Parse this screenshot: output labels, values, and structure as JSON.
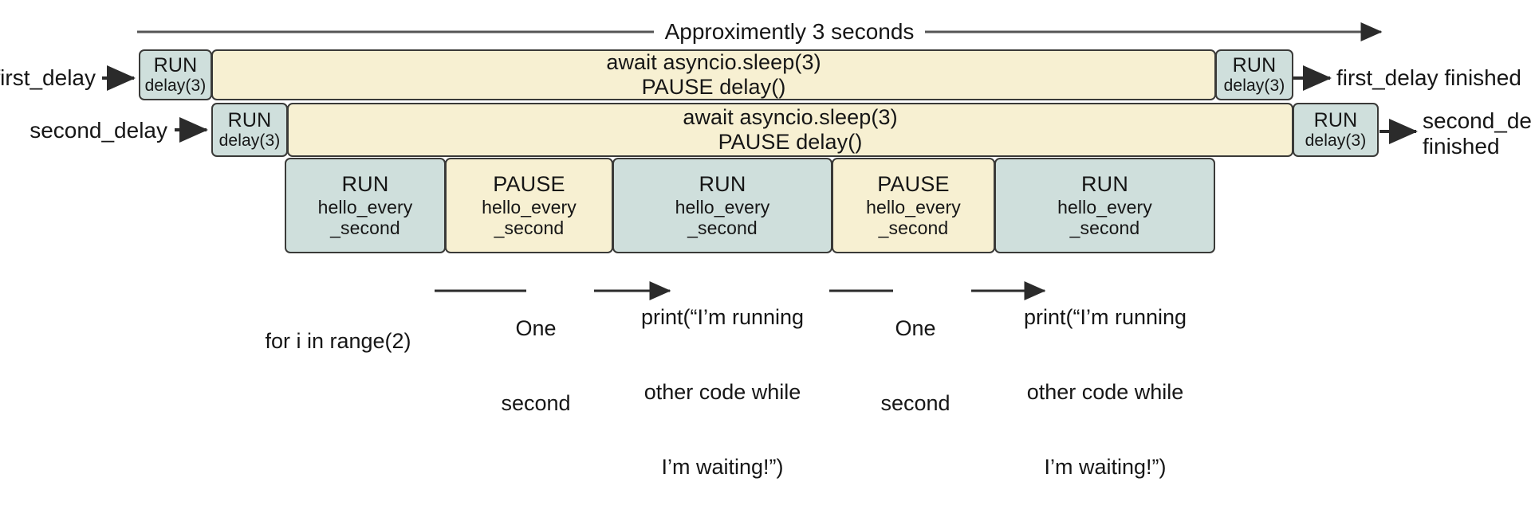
{
  "diagram": {
    "title_arrow": {
      "label": "Approximently 3 seconds"
    },
    "rows": [
      {
        "name": "first_delay",
        "left_label": "first_delay",
        "right_label": "first_delay finished",
        "segments": [
          {
            "kind": "run",
            "title": "RUN",
            "sub": "delay(3)"
          },
          {
            "kind": "pause",
            "line1": "await asyncio.sleep(3)",
            "line2": "PAUSE delay()"
          },
          {
            "kind": "run",
            "title": "RUN",
            "sub": "delay(3)"
          }
        ]
      },
      {
        "name": "second_delay",
        "left_label": "second_delay",
        "right_label_line1": "second_delay",
        "right_label_line2": "finished",
        "segments": [
          {
            "kind": "run",
            "title": "RUN",
            "sub": "delay(3)"
          },
          {
            "kind": "pause",
            "line1": "await asyncio.sleep(3)",
            "line2": "PAUSE delay()"
          },
          {
            "kind": "run",
            "title": "RUN",
            "sub": "delay(3)"
          }
        ]
      },
      {
        "name": "hello_every_second",
        "segments": [
          {
            "kind": "run",
            "title": "RUN",
            "sub1": "hello_every",
            "sub2": "_second"
          },
          {
            "kind": "pause",
            "title": "PAUSE",
            "sub1": "hello_every",
            "sub2": "_second"
          },
          {
            "kind": "run",
            "title": "RUN",
            "sub1": "hello_every",
            "sub2": "_second"
          },
          {
            "kind": "pause",
            "title": "PAUSE",
            "sub1": "hello_every",
            "sub2": "_second"
          },
          {
            "kind": "run",
            "title": "RUN",
            "sub1": "hello_every",
            "sub2": "_second"
          }
        ]
      }
    ],
    "timeline_notes": [
      {
        "id": "note-for-loop",
        "line1": "for i in range(2)"
      },
      {
        "id": "note-one-second-1",
        "line1": "One",
        "line2": "second"
      },
      {
        "id": "note-print-1",
        "line1": "print(“I’m running",
        "line2": "other code while",
        "line3": "I’m waiting!”)"
      },
      {
        "id": "note-one-second-2",
        "line1": "One",
        "line2": "second"
      },
      {
        "id": "note-print-2",
        "line1": "print(“I’m running",
        "line2": "other code while",
        "line3": "I’m waiting!”)"
      }
    ],
    "colors": {
      "run_fill": "#cfdfdc",
      "pause_fill": "#f7f0d2",
      "stroke": "#3a3a38",
      "text": "#161616",
      "background": "#ffffff"
    }
  }
}
